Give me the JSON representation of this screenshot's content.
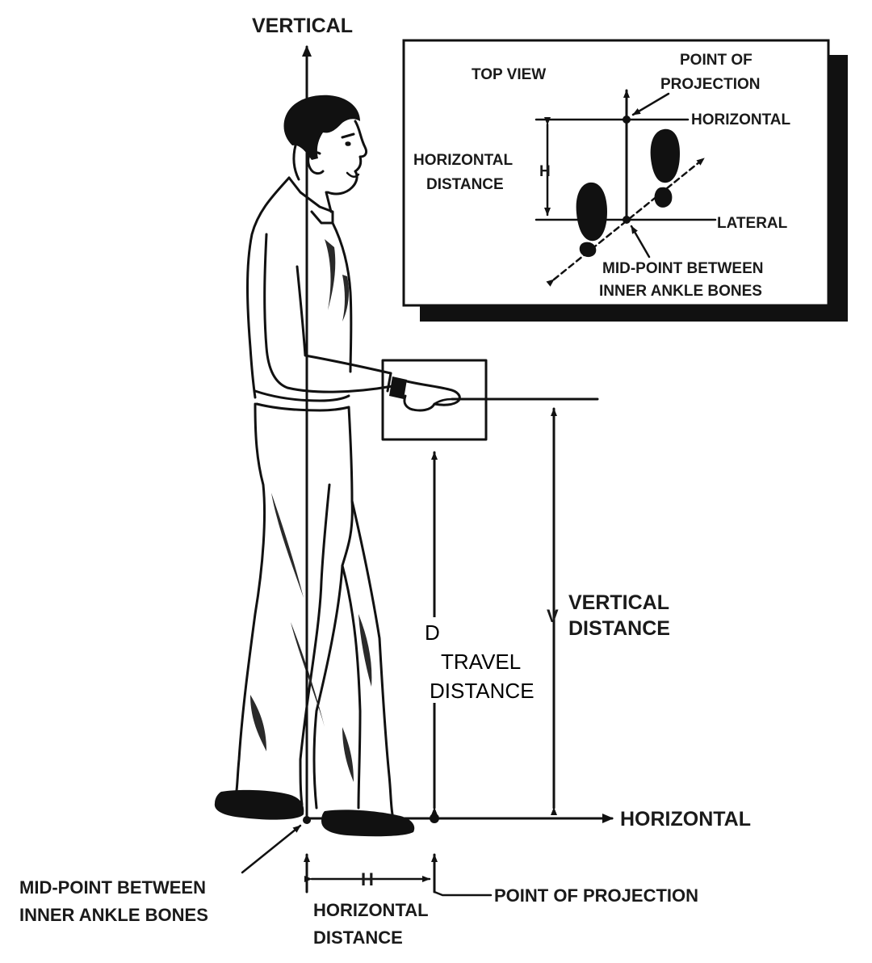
{
  "main_view": {
    "vertical_axis_label": "VERTICAL",
    "horizontal_axis_label": "HORIZONTAL",
    "vertical_distance_letter": "V",
    "vertical_distance_label_line1": "VERTICAL",
    "vertical_distance_label_line2": "DISTANCE",
    "travel_distance_letter": "D",
    "travel_distance_label_line1": "TRAVEL",
    "travel_distance_label_line2": "DISTANCE",
    "horizontal_distance_letter": "H",
    "horizontal_distance_label_line1": "HORIZONTAL",
    "horizontal_distance_label_line2": "DISTANCE",
    "midpoint_label_line1": "MID-POINT BETWEEN",
    "midpoint_label_line2": "INNER ANKLE BONES",
    "point_of_projection_label": "POINT OF PROJECTION"
  },
  "top_view": {
    "title": "TOP VIEW",
    "point_of_projection_line1": "POINT OF",
    "point_of_projection_line2": "PROJECTION",
    "horizontal_label": "HORIZONTAL",
    "lateral_label": "LATERAL",
    "horizontal_distance_letter": "H",
    "horizontal_distance_label_line1": "HORIZONTAL",
    "horizontal_distance_label_line2": "DISTANCE",
    "midpoint_label_line1": "MID-POINT BETWEEN",
    "midpoint_label_line2": "INNER ANKLE BONES"
  },
  "colors": {
    "ink": "#111111",
    "background": "#ffffff"
  }
}
